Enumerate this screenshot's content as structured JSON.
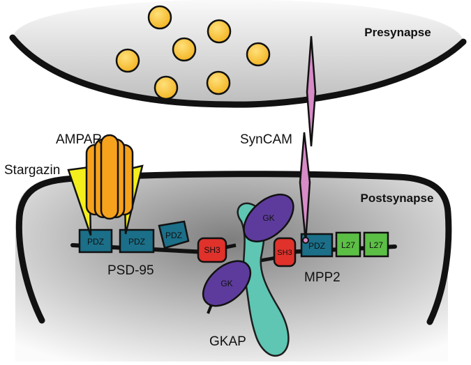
{
  "labels": {
    "presynapse": "Presynapse",
    "postsynapse": "Postsynapse",
    "ampar": "AMPAR",
    "stargazin": "Stargazin",
    "syncam": "SynCAM",
    "psd95": "PSD-95",
    "mpp2": "MPP2",
    "gkap": "GKAP"
  },
  "domains": {
    "pdz": "PDZ",
    "sh3": "SH3",
    "gk": "GK",
    "l27": "L27"
  },
  "colors": {
    "vesicle": "#f6c02f",
    "pdz": "#1b6f88",
    "sh3": "#e0312b",
    "gk": "#5d3b9c",
    "l27": "#5cbf45",
    "gkap": "#5ec6b3",
    "syncam": "#d78bc7",
    "stargazin": "#f3ee1c",
    "ampar": "#f6a21d",
    "membrane": "#111111"
  }
}
